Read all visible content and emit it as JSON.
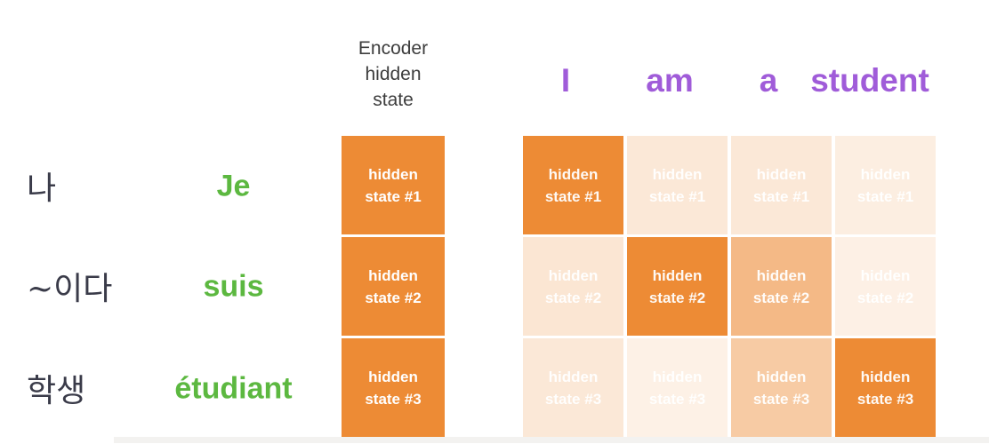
{
  "colors": {
    "orange": "#ED8B35",
    "green": "#5CB840",
    "purple": "#A05CD9",
    "label_gray": "#3d3d3d",
    "korean_dark": "#3a3b49",
    "bottom_bar": "#f3f2f0"
  },
  "source": {
    "rows": [
      {
        "korean": "나",
        "french": "Je"
      },
      {
        "korean": "~이다",
        "french": "suis"
      },
      {
        "korean": "학생",
        "french": "étudiant"
      }
    ]
  },
  "encoder": {
    "label_line1": "Encoder",
    "label_line2": "hidden",
    "label_line3": "state",
    "states": [
      {
        "line1": "hidden",
        "line2": "state #1"
      },
      {
        "line1": "hidden",
        "line2": "state #2"
      },
      {
        "line1": "hidden",
        "line2": "state #3"
      }
    ]
  },
  "decoder": {
    "output_words": [
      "I",
      "am",
      "a",
      "student"
    ],
    "rows": [
      {
        "label_line1": "hidden",
        "label_line2": "state #1",
        "attention_weights": [
          1,
          0.2,
          0.2,
          0.15
        ]
      },
      {
        "label_line1": "hidden",
        "label_line2": "state #2",
        "attention_weights": [
          0.22,
          1,
          0.6,
          0.13
        ]
      },
      {
        "label_line1": "hidden",
        "label_line2": "state #3",
        "attention_weights": [
          0.2,
          0.12,
          0.45,
          1
        ]
      }
    ]
  }
}
